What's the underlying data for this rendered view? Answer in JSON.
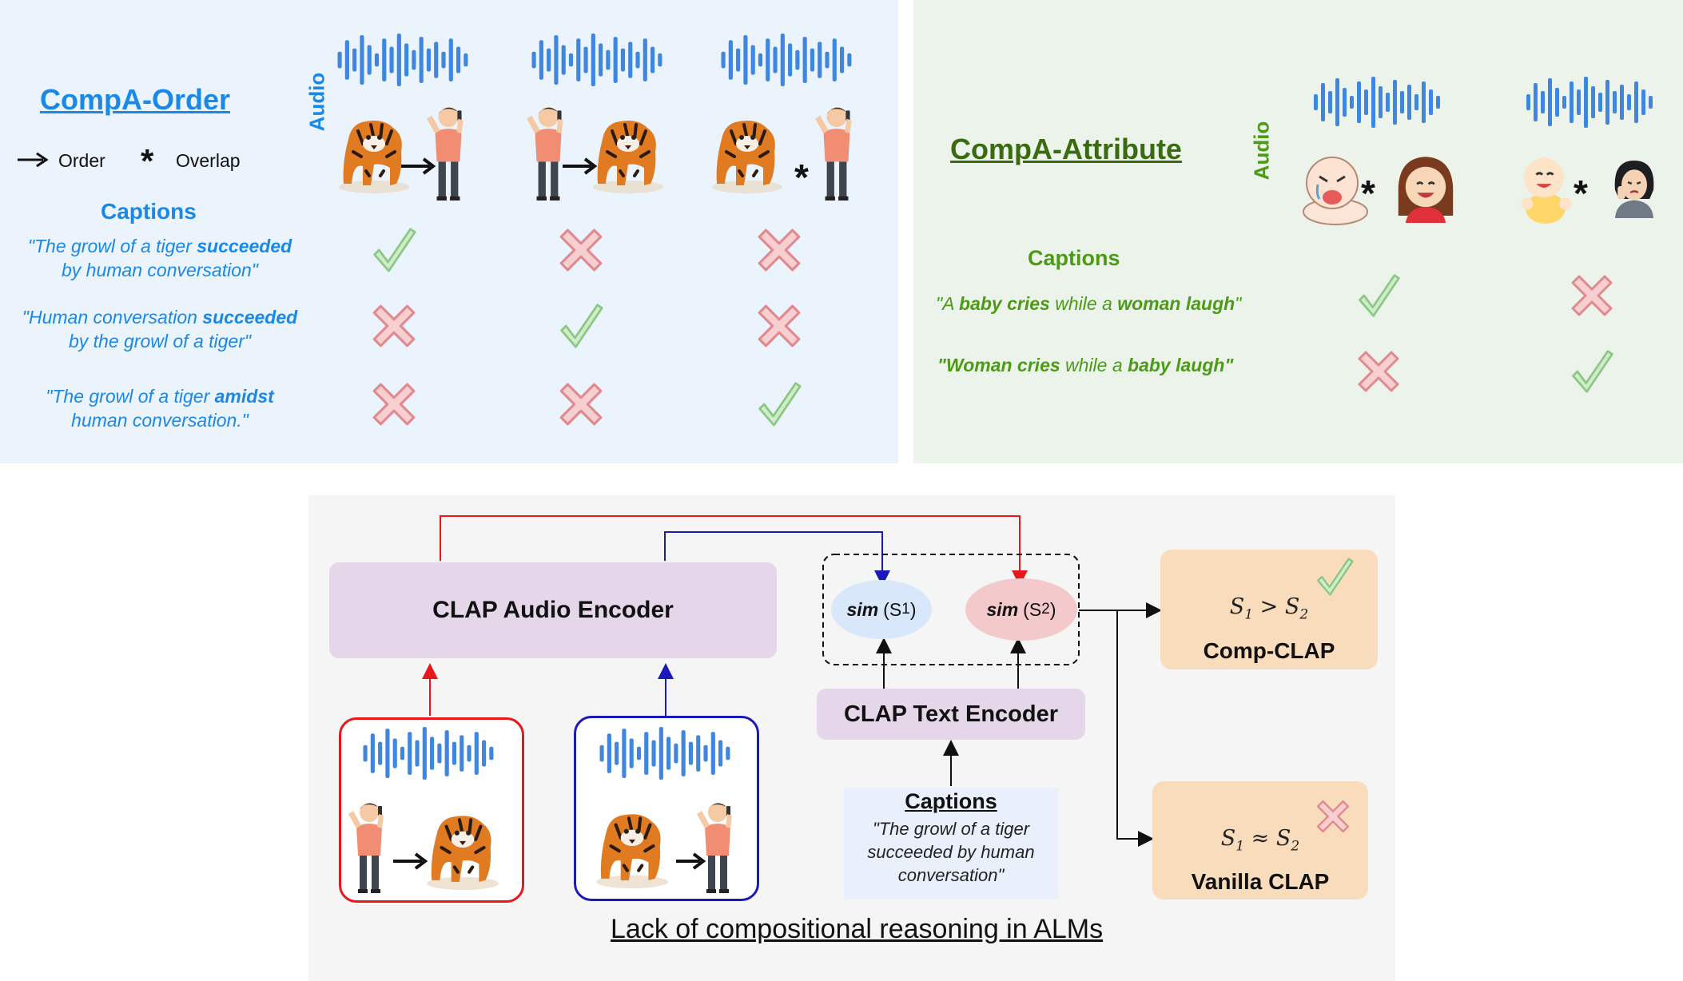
{
  "order": {
    "title": "CompA-Order",
    "audio_label": "Audio",
    "legend": {
      "order": "Order",
      "overlap": "Overlap"
    },
    "captions_header": "Captions",
    "captions": [
      {
        "line1a": "\"The growl of a tiger ",
        "bold": "succeeded",
        "line2": "by human conversation\""
      },
      {
        "line1a": "\"Human conversation ",
        "bold": "succeeded",
        "line2": "by the growl of a tiger\""
      },
      {
        "line1a": "\"The growl of a tiger ",
        "bold": "amidst",
        "line2": "human conversation.\""
      }
    ],
    "matrix": [
      [
        "check",
        "cross",
        "cross"
      ],
      [
        "cross",
        "check",
        "cross"
      ],
      [
        "cross",
        "cross",
        "check"
      ]
    ]
  },
  "attribute": {
    "title": "CompA-Attribute",
    "audio_label": "Audio",
    "captions_header": "Captions",
    "captions": [
      {
        "q1": "\"A ",
        "b1": "baby cries",
        "m": " while a ",
        "b2": "woman laugh",
        "q2": "\""
      },
      {
        "q1": "\"",
        "b1": "Woman cries",
        "m": " while a ",
        "b2": "baby laugh",
        "q2": "\""
      }
    ],
    "matrix": [
      [
        "check",
        "cross"
      ],
      [
        "cross",
        "check"
      ]
    ]
  },
  "clap": {
    "audio_encoder": "CLAP Audio Encoder",
    "text_encoder": "CLAP Text Encoder",
    "sim1": {
      "fn": "sim",
      "arg": "(S",
      "sub": "1",
      "close": ")"
    },
    "sim2": {
      "fn": "sim",
      "arg": "(S",
      "sub": "2",
      "close": ")"
    },
    "captions_header": "Captions",
    "caption_text": "\"The growl of a tiger succeeded by human conversation\"",
    "comp": {
      "name": "Comp-CLAP",
      "s1": "S",
      "sub1": "1",
      "op": " > ",
      "s2": "S",
      "sub2": "2",
      "status": "check"
    },
    "vanilla": {
      "name": "Vanilla CLAP",
      "s1": "S",
      "sub1": "1",
      "op": " ≈ ",
      "s2": "S",
      "sub2": "2",
      "status": "cross"
    },
    "footer": "Lack of compositional reasoning in ALMs"
  },
  "colors": {
    "blue_panel": "#ebf3fd",
    "green_panel": "#ebf3ea",
    "accent_blue": "#1a88e6",
    "accent_green": "#4c9a16",
    "check": "#a6d89a",
    "cross": "#ee9ea2",
    "red_arrow": "#e8171c",
    "blue_arrow": "#1a1ab8"
  }
}
